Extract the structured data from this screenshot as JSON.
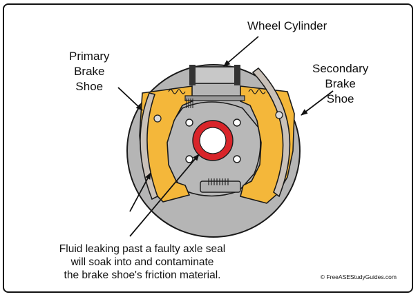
{
  "labels": {
    "wheel_cylinder": "Wheel Cylinder",
    "primary": [
      "Primary",
      "Brake",
      "Shoe"
    ],
    "secondary": [
      "Secondary",
      "Brake",
      "Shoe"
    ]
  },
  "caption": [
    "Fluid leaking past a faulty axle seal",
    "will soak into and contaminate",
    "the brake shoe's friction material."
  ],
  "credit": "© FreeASEStudyGuides.com",
  "colors": {
    "backing_plate": "#b5b5b5",
    "shoe_web": "#f4b73a",
    "axle_seal": "#d9252a",
    "hub": "#b5b5b5",
    "line": "#1a1a1a"
  }
}
